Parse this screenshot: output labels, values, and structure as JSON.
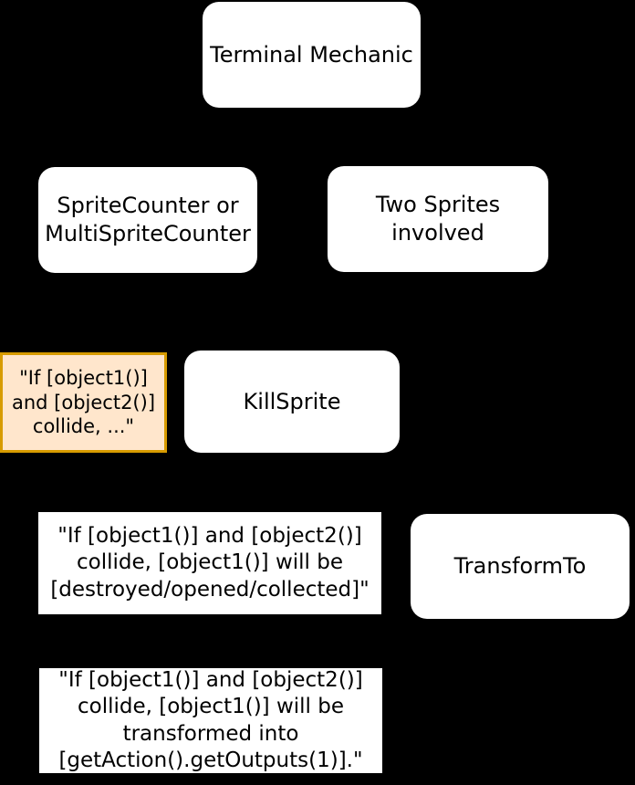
{
  "diagram": {
    "type": "flowchart",
    "description": "Terminal mechanic decision tree for sprite collision game rules"
  },
  "colors": {
    "background": "#000000",
    "node_fill": "#ffffff",
    "highlight_fill": "#ffe6cc",
    "highlight_border": "#d79b00",
    "text": "#000000"
  },
  "nodes": {
    "terminal_mechanic": {
      "label": "Terminal Mechanic"
    },
    "sprite_counter": {
      "label": "SpriteCounter or\nMultiSpriteCounter"
    },
    "two_sprites": {
      "label": "Two Sprites\ninvolved"
    },
    "collide_prompt": {
      "label": "\"If [object1()]\nand [object2()]\ncollide, ...\""
    },
    "kill_sprite": {
      "label": "KillSprite"
    },
    "kill_sprite_prompt": {
      "label": "\"If [object1()] and [object2()]\ncollide, [object1()] will be\n[destroyed/opened/collected]\""
    },
    "transform_to": {
      "label": "TransformTo"
    },
    "transform_to_prompt": {
      "label": "\"If [object1()] and [object2()]\ncollide, [object1()] will be\ntransformed into\n[getAction().getOutputs(1)].\""
    }
  }
}
